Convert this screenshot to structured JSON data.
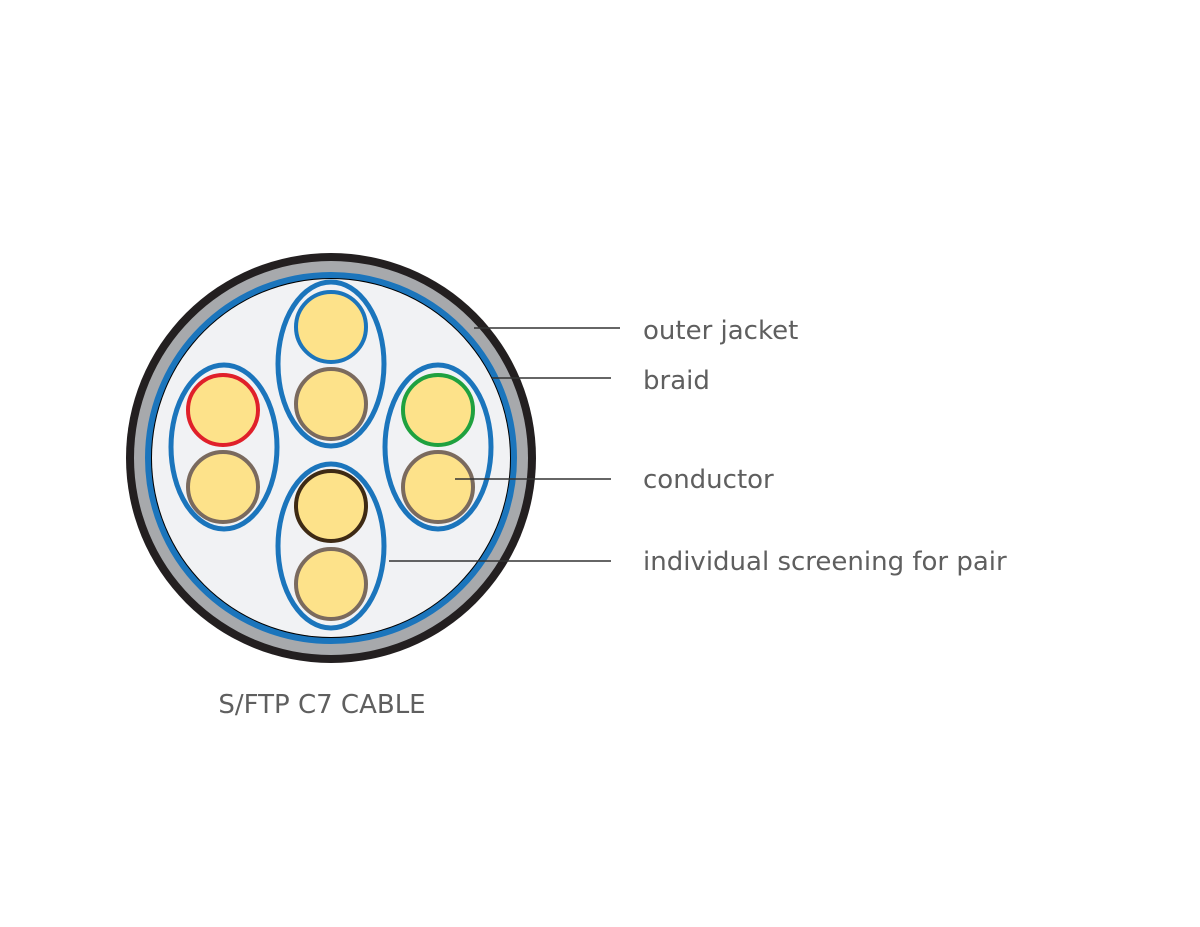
{
  "diagram": {
    "caption": "S/FTP C7 CABLE",
    "labels": {
      "outer_jacket": "outer jacket",
      "braid": "braid",
      "conductor": "conductor",
      "pair_screen": "individual screening for pair"
    }
  },
  "colors": {
    "jacket_outer": "#231f20",
    "jacket_inner": "#a7a9ac",
    "braid": "#1b75bc",
    "core_fill": "#f1f2f4",
    "pair_screen": "#1b75bc",
    "conductor_fill": "#fde28a",
    "insulation_gray": "#7a6a5e",
    "insulation_red": "#e0202a",
    "insulation_green": "#1fa13f",
    "insulation_brown": "#3e2a14",
    "insulation_blue": "#1b75bc"
  }
}
